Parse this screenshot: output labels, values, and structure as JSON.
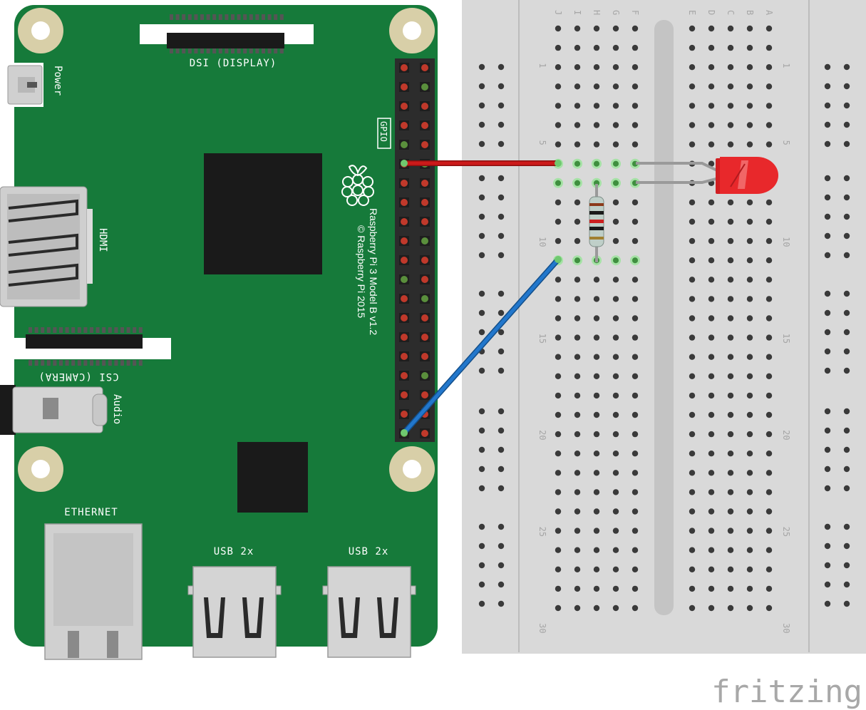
{
  "pi": {
    "labels": {
      "dsi": "DSI (DISPLAY)",
      "power": "Power",
      "hdmi": "HDMI",
      "csi": "CSI (CAMERA)",
      "audio": "Audio",
      "ethernet": "ETHERNET",
      "usb_left": "USB 2x",
      "usb_right": "USB 2x",
      "gpio": "GPIO",
      "model_line1": "Raspberry Pi 3 Model B v1.2",
      "model_line2": "© Raspberry Pi 2015"
    },
    "colors": {
      "board": "#167a3a",
      "pin_power": "#c0392b",
      "pin_ground": "#5a8f3c"
    }
  },
  "breadboard": {
    "column_letters_left": [
      "J",
      "I",
      "H",
      "G",
      "F"
    ],
    "column_letters_right": [
      "E",
      "D",
      "C",
      "B",
      "A"
    ],
    "row_numbers": [
      "1",
      "5",
      "10",
      "15",
      "20",
      "25",
      "30"
    ]
  },
  "wires": [
    {
      "name": "red-wire",
      "color": "#cc1a1a"
    },
    {
      "name": "blue-wire",
      "color": "#2277cc"
    }
  ],
  "components": {
    "led_color": "#e8282b",
    "resistor_body": "#bfcfc8"
  },
  "watermark": "fritzing"
}
